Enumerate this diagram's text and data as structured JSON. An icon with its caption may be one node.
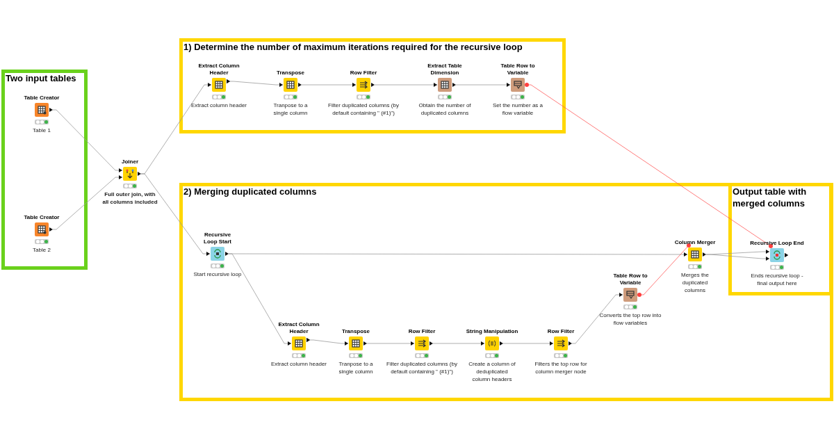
{
  "diagram": {
    "nodes": [
      {
        "text": [
          "Two input tables"
        ]
      },
      {
        "text": [
          "Table Creator"
        ],
        "beside": [
          "Table 1"
        ],
        "in": 0
      },
      {
        "text": [
          "Table Creator"
        ],
        "beside": [
          "Table 2"
        ],
        "in": 0
      },
      {
        "text": [
          "Joiner"
        ],
        "beside": [
          "Full outer join, with all columns included"
        ]
      },
      {
        "text": [
          "1) Determine the number of maximum iterations required for the recursive loop"
        ]
      },
      {
        "text": [
          "Extract Column Header"
        ],
        "beside": [
          "Extract column header"
        ],
        "in": 4
      },
      {
        "text": [
          "Transpose"
        ],
        "beside": [
          "Tranpose to a single column"
        ],
        "in": 4
      },
      {
        "text": [
          "Row Filter"
        ],
        "beside": [
          "Filter duplicated columns (by default containing \" (#1)\")"
        ],
        "in": 4
      },
      {
        "text": [
          "Extract Table Dimension"
        ],
        "beside": [
          "Obtain the number of duplicated columns"
        ],
        "in": 4
      },
      {
        "text": [
          "Table Row to Variable"
        ],
        "beside": [
          "Set the number as a flow variable"
        ],
        "in": 4
      },
      {
        "text": [
          "2) Merging duplicated columns"
        ]
      },
      {
        "text": [
          "Output table with merged columns"
        ],
        "in": 10
      },
      {
        "text": [
          "Recursive Loop Start"
        ],
        "beside": [
          "Start recursive loop"
        ],
        "in": 10
      },
      {
        "text": [
          "Column Merger"
        ],
        "beside": [
          "Merges the duplicated columns"
        ],
        "in": 10
      },
      {
        "text": [
          "Recursive Loop End"
        ],
        "beside": [
          "Ends recursive loop - final output here"
        ],
        "in": 11
      },
      {
        "text": [
          "Extract Column Header"
        ],
        "beside": [
          "Extract column header"
        ],
        "in": 10
      },
      {
        "text": [
          "Transpose"
        ],
        "beside": [
          "Tranpose to a single column"
        ],
        "in": 10
      },
      {
        "text": [
          "Row Filter"
        ],
        "beside": [
          "Filter duplicated columns (by default containing \" (#1)\")"
        ],
        "in": 10
      },
      {
        "text": [
          "String Manipulation"
        ],
        "beside": [
          "Create a column of deduplicated column headers"
        ],
        "in": 10
      },
      {
        "text": [
          "Row Filter"
        ],
        "beside": [
          "Filters the top row for column merger node"
        ],
        "in": 10
      },
      {
        "text": [
          "Table Row to Variable"
        ],
        "beside": [
          "Converts the top row into flow variables"
        ],
        "in": 10
      }
    ],
    "edges": [
      {
        "from": 1,
        "to": 3,
        "arrow": "to"
      },
      {
        "from": 2,
        "to": 3,
        "arrow": "to"
      },
      {
        "from": 3,
        "to": 5,
        "arrow": "to"
      },
      {
        "from": 3,
        "to": 12,
        "arrow": "to"
      },
      {
        "from": 5,
        "to": 6,
        "arrow": "to"
      },
      {
        "from": 6,
        "to": 7,
        "arrow": "to"
      },
      {
        "from": 7,
        "to": 8,
        "arrow": "to"
      },
      {
        "from": 8,
        "to": 9,
        "arrow": "to"
      },
      {
        "from": 9,
        "to": 14,
        "arrow": "other",
        "color": "#ff5a5a"
      },
      {
        "from": 12,
        "to": 13,
        "arrow": "to"
      },
      {
        "from": 12,
        "to": 15,
        "arrow": "to"
      },
      {
        "from": 15,
        "to": 16,
        "arrow": "to"
      },
      {
        "from": 16,
        "to": 17,
        "arrow": "to"
      },
      {
        "from": 17,
        "to": 18,
        "arrow": "to"
      },
      {
        "from": 18,
        "to": 19,
        "arrow": "to"
      },
      {
        "from": 19,
        "to": 20,
        "arrow": "to"
      },
      {
        "from": 20,
        "to": 13,
        "arrow": "other",
        "color": "#ff5a5a"
      },
      {
        "from": 13,
        "to": 14,
        "arrow": "to"
      },
      {
        "from": 13,
        "to": 14,
        "arrow": "to"
      }
    ]
  }
}
